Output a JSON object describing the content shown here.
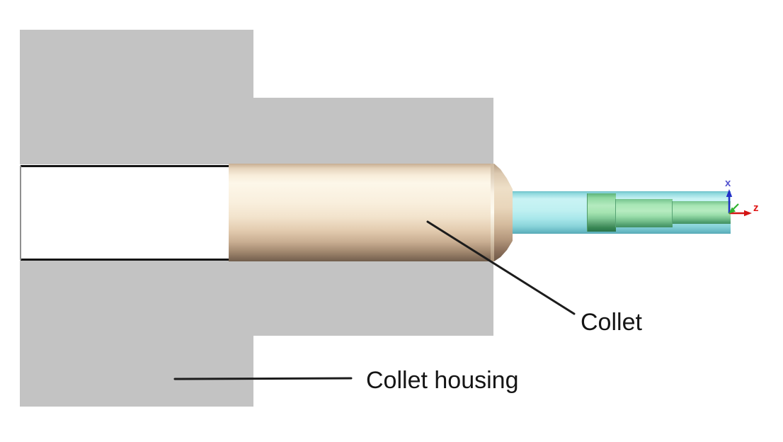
{
  "diagram": {
    "callouts": {
      "collet": "Collet",
      "collet_housing": "Collet housing"
    },
    "axis_triad": {
      "x_label": "x",
      "z_label": "z",
      "x_color": "#5555cf",
      "z_color": "#e01616",
      "x_arrow_color": "#2330c8",
      "z_arrow_color": "#d41414",
      "y_arrow_color": "#2fb32f"
    },
    "colors": {
      "housing_gray": "#c3c3c3",
      "collet_tan_light": "#fdf7e9",
      "collet_tan_dark": "#715d4c",
      "sleeve_cyan": "#bff0f1",
      "shaft_green": "#a5e4b1",
      "leader_line": "#1c1c1c"
    }
  }
}
